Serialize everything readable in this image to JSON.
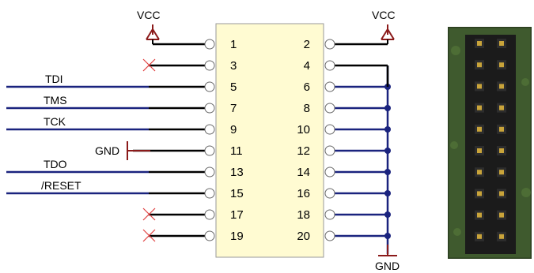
{
  "colors": {
    "power": "#8b1a1a",
    "signal": "#1a237e",
    "ground_bus": "#1a237e",
    "wire": "#000000",
    "connector_fill": "#fffbd2",
    "no_connect": "#e04040",
    "pcb": "#3f5a2e",
    "header_body": "#1b1b1b",
    "pin_gold": "#c9a43a"
  },
  "power": {
    "vcc_left": "VCC",
    "vcc_right": "VCC",
    "gnd_left": "GND",
    "gnd_bottom": "GND"
  },
  "connector": {
    "left_pins": [
      "1",
      "3",
      "5",
      "7",
      "9",
      "11",
      "13",
      "15",
      "17",
      "19"
    ],
    "right_pins": [
      "2",
      "4",
      "6",
      "8",
      "10",
      "12",
      "14",
      "16",
      "18",
      "20"
    ]
  },
  "signals": [
    {
      "label": "TDI",
      "pin": "5"
    },
    {
      "label": "TMS",
      "pin": "7"
    },
    {
      "label": "TCK",
      "pin": "9"
    },
    {
      "label": "TDO",
      "pin": "13"
    },
    {
      "label": "/RESET",
      "pin": "15"
    }
  ],
  "photo": {
    "icon": "pin-header-photo",
    "rows": 10,
    "columns": 2
  }
}
